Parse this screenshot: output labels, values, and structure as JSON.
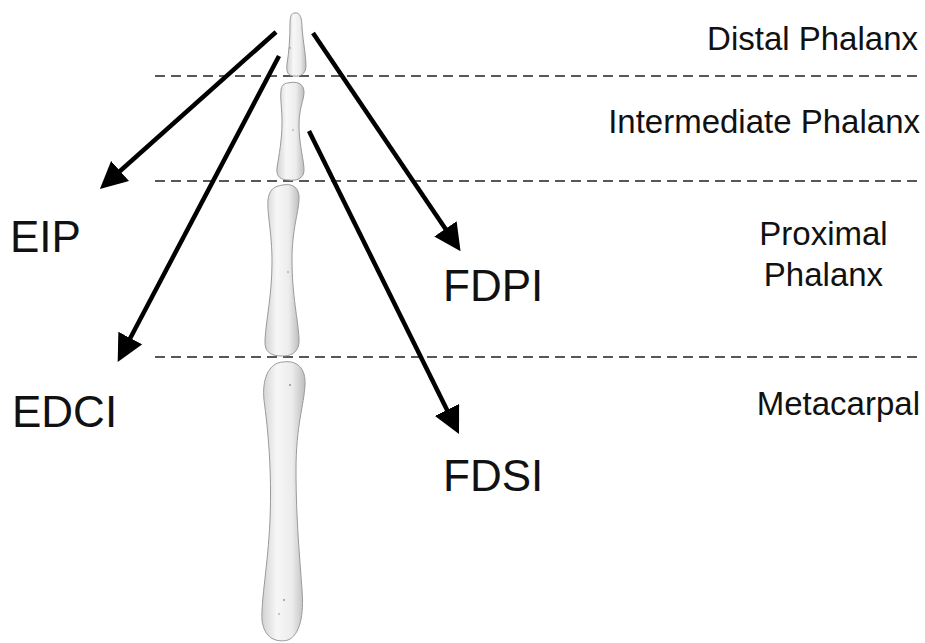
{
  "diagram": {
    "labels": [
      "Distal Phalanx",
      "Intermediate Phalanx",
      "Proximal Phalanx",
      "Metacarpal",
      "EIP",
      "EDCI",
      "FDPI",
      "FDSI"
    ]
  }
}
